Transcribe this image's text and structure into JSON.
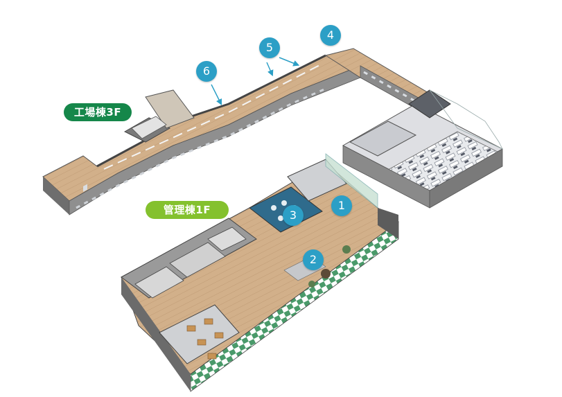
{
  "labels": {
    "factory": {
      "text": "工場棟3F",
      "color": "#15874a"
    },
    "admin": {
      "text": "管理棟1F",
      "color": "#84c12e"
    }
  },
  "markers": {
    "color": "#2c9fc6",
    "items": [
      "1",
      "2",
      "3",
      "4",
      "5",
      "6"
    ]
  }
}
